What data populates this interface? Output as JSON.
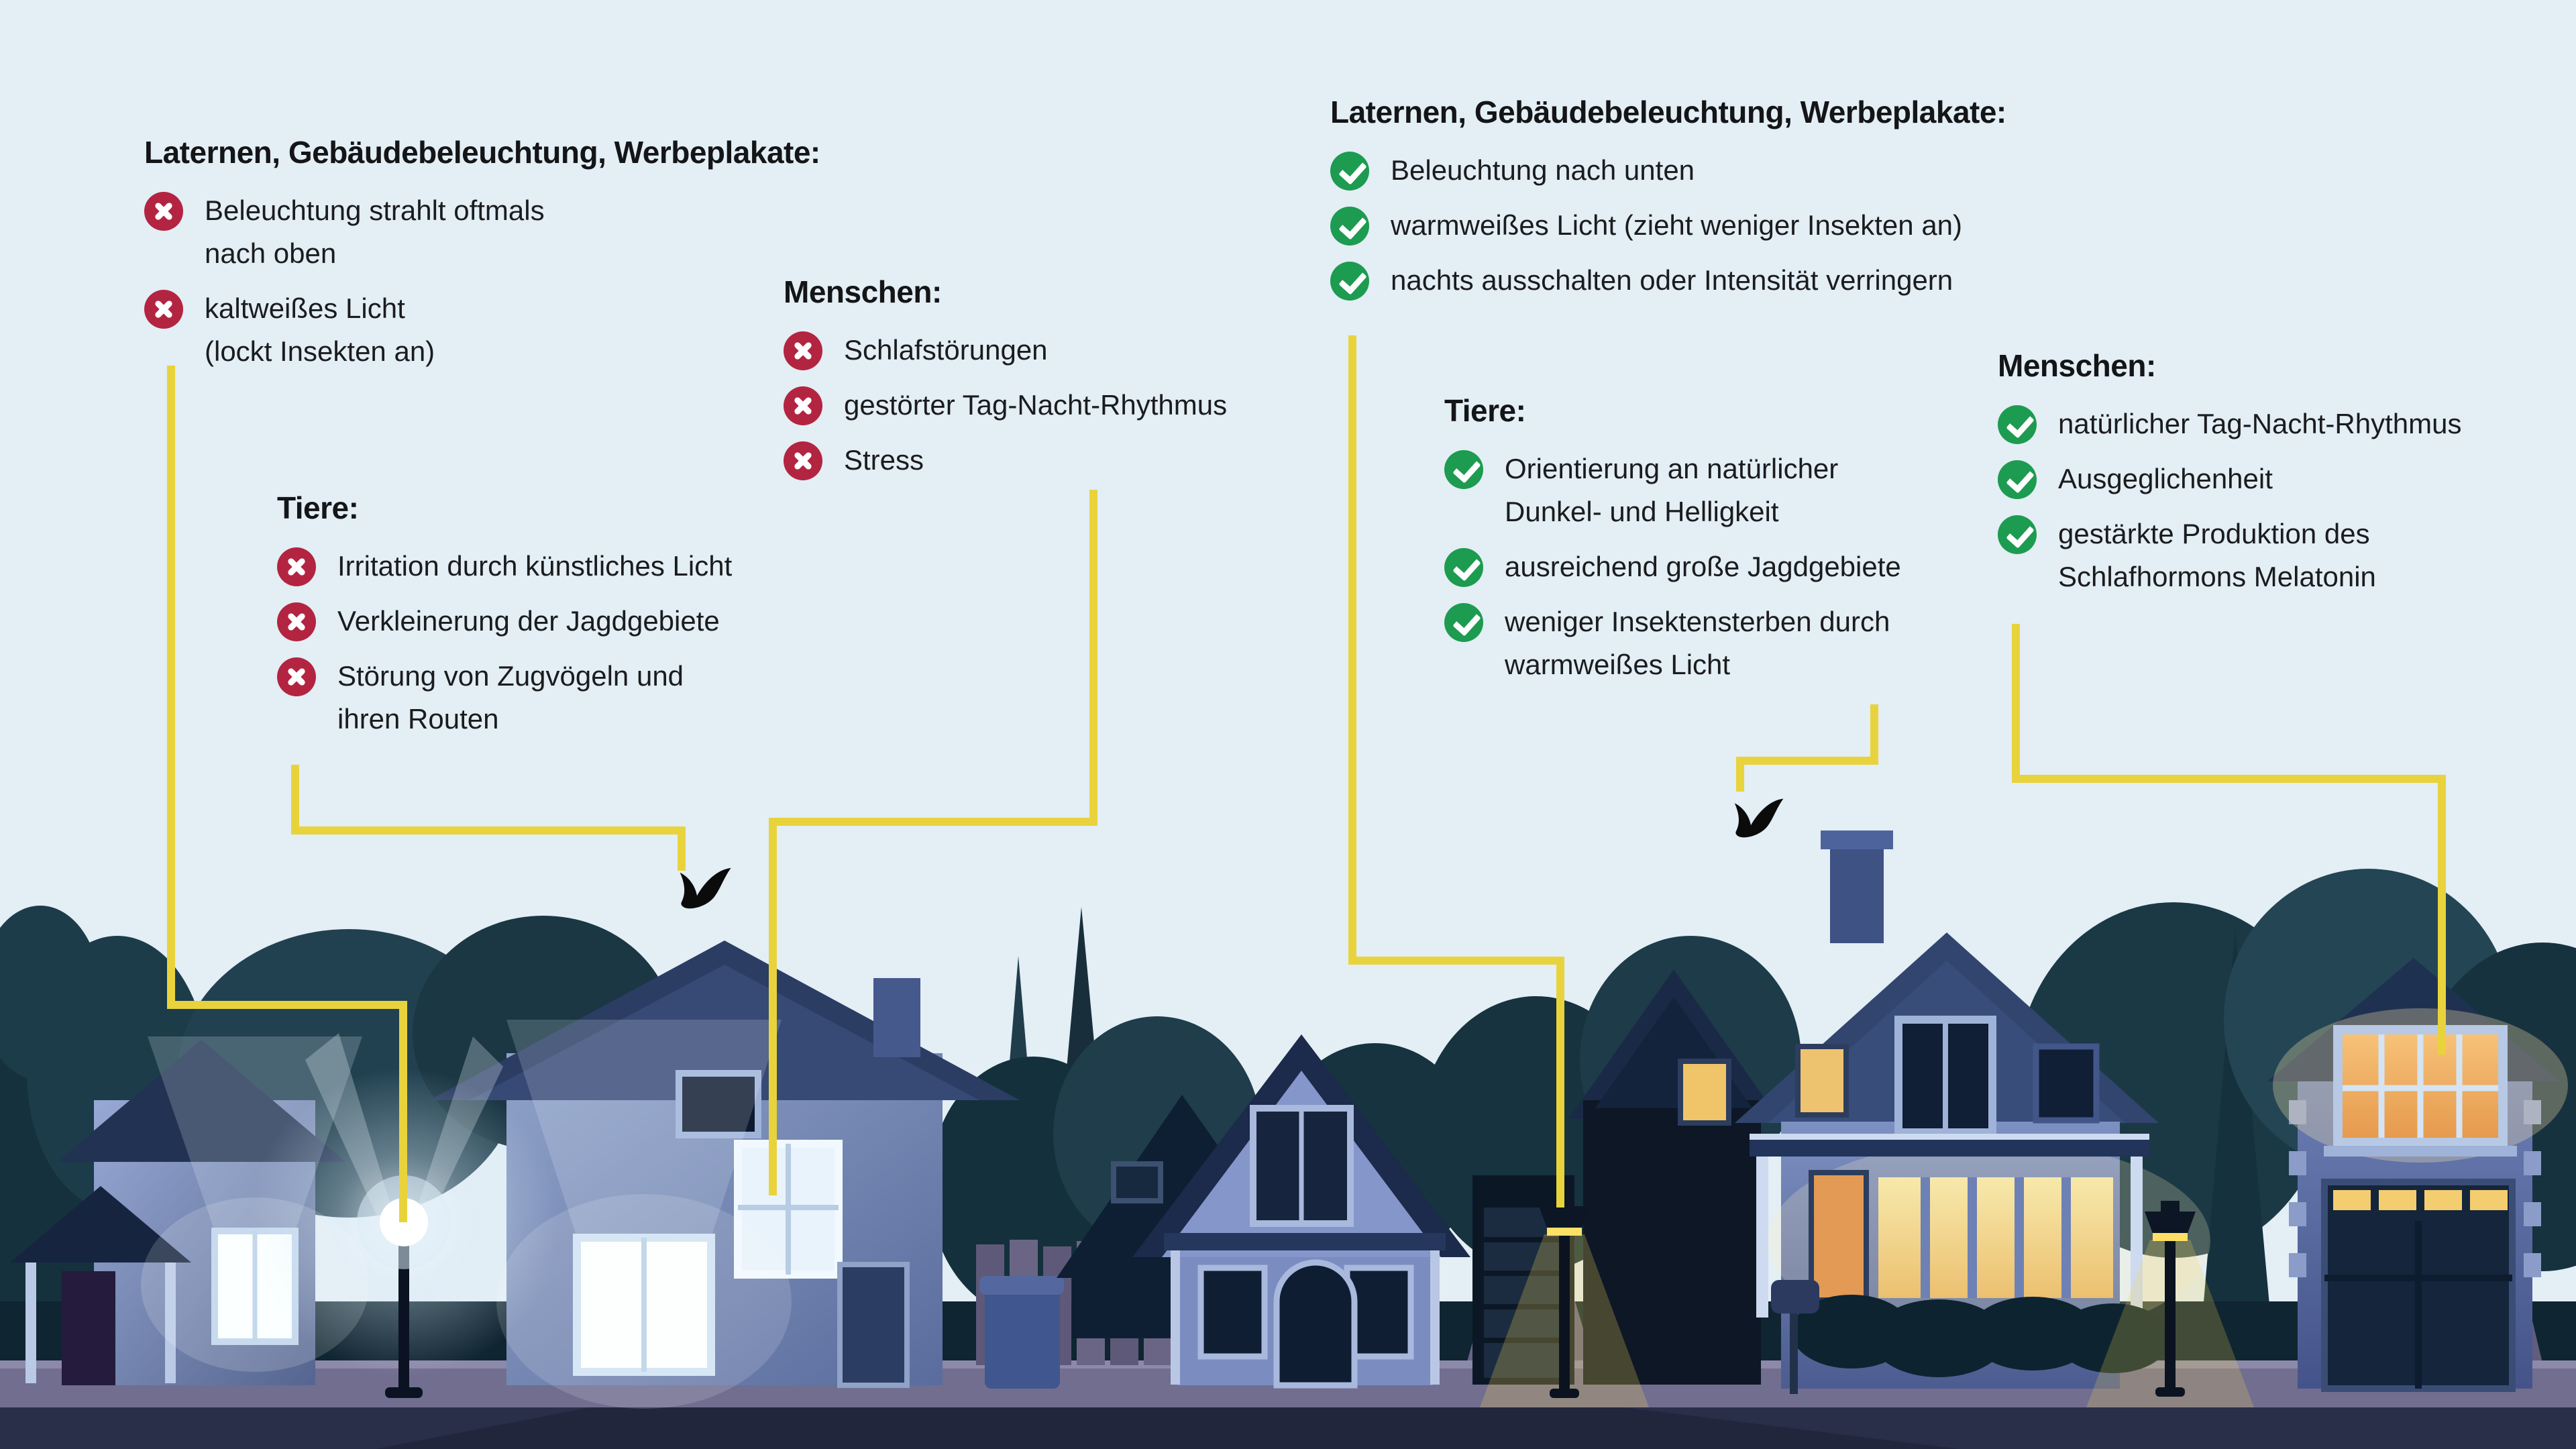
{
  "palette": {
    "sky": "#e3eef5",
    "text_dark": "#1b1c1e",
    "negative_red": "#b32441",
    "positive_green": "#1d9b50",
    "connector_yellow": "#e9d33c",
    "treeline_teal": "#1c3a47",
    "house_blue_light": "#8fa2c8",
    "house_blue_dark": "#0d1726",
    "roof_blue": "#2b3d63",
    "cold_window_light": "#f9feff",
    "warm_window_light": "#f2c96a",
    "sidewalk": "#716e90",
    "road": "#292e49"
  },
  "icons": {
    "negative": "x-circle",
    "positive": "check-circle",
    "bird": "flying-bird-silhouette",
    "bad_lamp": "cold-white-street-lamp",
    "good_lamp": "warm-downward-street-lamp"
  },
  "blocks": {
    "sources_negative": {
      "heading": "Laternen, Gebäudebeleuchtung, Werbeplakate:",
      "items": [
        [
          "Beleuchtung strahlt oftmals",
          "nach oben"
        ],
        [
          "kaltweißes Licht",
          "(lockt Insekten an)"
        ]
      ]
    },
    "menschen_negative": {
      "heading": "Menschen:",
      "items": [
        [
          "Schlafstörungen"
        ],
        [
          "gestörter Tag-Nacht-Rhythmus"
        ],
        [
          "Stress"
        ]
      ]
    },
    "tiere_negative": {
      "heading": "Tiere:",
      "items": [
        [
          "Irritation durch künstliches Licht"
        ],
        [
          "Verkleinerung der Jagdgebiete"
        ],
        [
          "Störung von Zugvögeln und",
          "ihren Routen"
        ]
      ]
    },
    "sources_positive": {
      "heading": "Laternen, Gebäudebeleuchtung, Werbeplakate:",
      "items": [
        [
          "Beleuchtung nach unten"
        ],
        [
          "warmweißes Licht (zieht weniger Insekten an)"
        ],
        [
          "nachts ausschalten oder Intensität verringern"
        ]
      ]
    },
    "tiere_positive": {
      "heading": "Tiere:",
      "items": [
        [
          "Orientierung an natürlicher",
          "Dunkel- und Helligkeit"
        ],
        [
          "ausreichend große Jagdgebiete"
        ],
        [
          "weniger Insektensterben durch",
          "warmweißes Licht"
        ]
      ]
    },
    "menschen_positive": {
      "heading": "Menschen:",
      "items": [
        [
          "natürlicher Tag-Nacht-Rhythmus"
        ],
        [
          "Ausgeglichenheit"
        ],
        [
          "gestärkte Produktion des",
          "Schlafhormons Melatonin"
        ]
      ]
    }
  }
}
